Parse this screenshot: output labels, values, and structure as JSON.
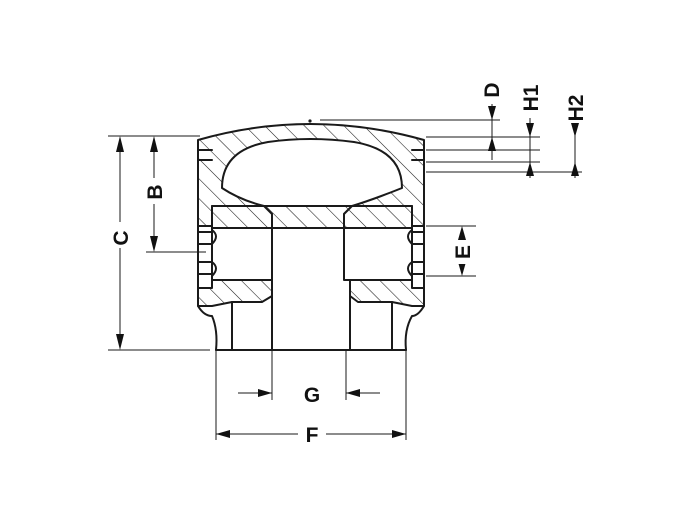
{
  "diagram": {
    "dimensions": [
      {
        "id": "D",
        "label": "D"
      },
      {
        "id": "H1",
        "label": "H1"
      },
      {
        "id": "H2",
        "label": "H2"
      },
      {
        "id": "B",
        "label": "B"
      },
      {
        "id": "C",
        "label": "C"
      },
      {
        "id": "E",
        "label": "E"
      },
      {
        "id": "G",
        "label": "G"
      },
      {
        "id": "F",
        "label": "F"
      }
    ],
    "colors": {
      "line": "#1a1a1a",
      "background": "#ffffff"
    }
  }
}
